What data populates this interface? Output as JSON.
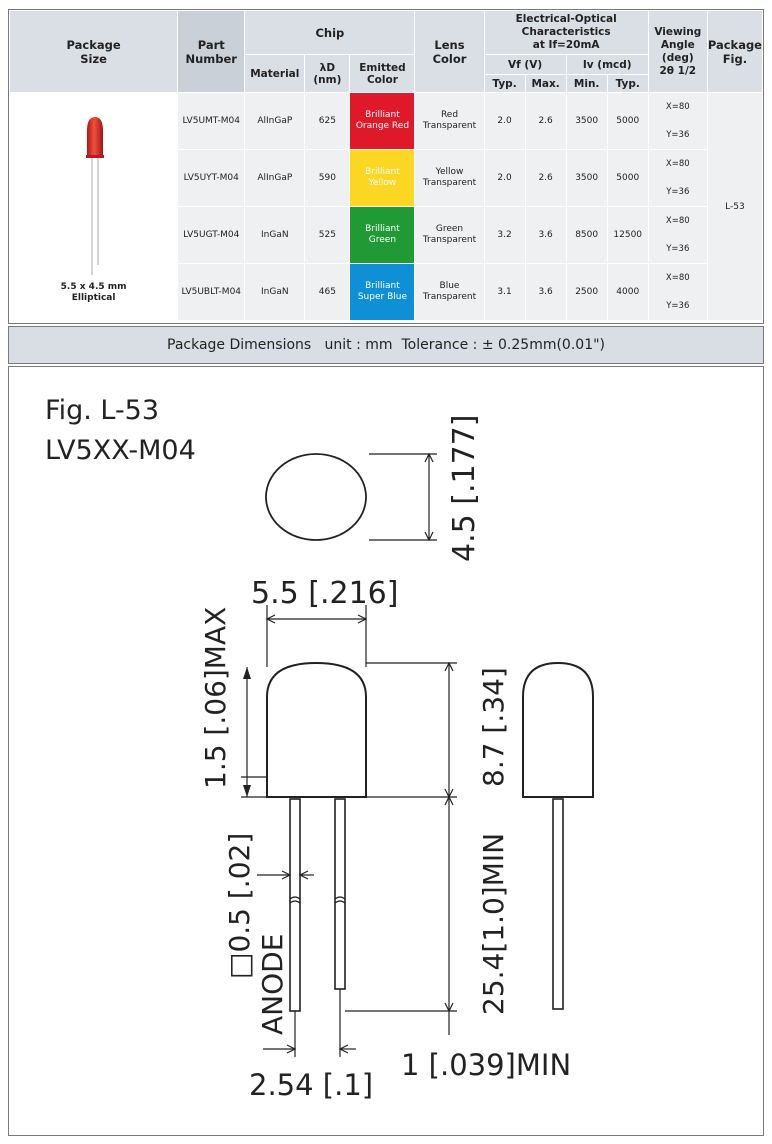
{
  "table": {
    "headers": {
      "package_size": "Package\nSize",
      "part_number": "Part\nNumber",
      "chip": "Chip",
      "material": "Material",
      "lambda_d": "λD\n(nm)",
      "emitted_color": "Emitted\nColor",
      "lens_color": "Lens\nColor",
      "electrical_optical": "Electrical-Optical\nCharacteristics\nat If=20mA",
      "vf": "Vf (V)",
      "iv": "Iv (mcd)",
      "typ": "Typ.",
      "max": "Max.",
      "min": "Min.",
      "typ2": "Typ.",
      "viewing_angle": "Viewing\nAngle\n(deg)\n2θ 1/2",
      "package_fig": "Package\nFig."
    },
    "package_size_text": "5.5 x 4.5 mm\nElliptical",
    "package_fig_value": "L-53",
    "rows": [
      {
        "part": "LV5UMT-M04",
        "material": "AlInGaP",
        "lambda": "625",
        "color_name": "Brilliant\nOrange Red",
        "color_hex": "#e0192a",
        "lens": "Red\nTransparent",
        "vf_typ": "2.0",
        "vf_max": "2.6",
        "iv_min": "3500",
        "iv_typ": "5000",
        "view_x": "X=80",
        "view_y": "Y=36"
      },
      {
        "part": "LV5UYT-M04",
        "material": "AlInGaP",
        "lambda": "590",
        "color_name": "Brilliant\nYellow",
        "color_hex": "#fbd623",
        "lens": "Yellow\nTransparent",
        "vf_typ": "2.0",
        "vf_max": "2.6",
        "iv_min": "3500",
        "iv_typ": "5000",
        "view_x": "X=80",
        "view_y": "Y=36"
      },
      {
        "part": "LV5UGT-M04",
        "material": "InGaN",
        "lambda": "525",
        "color_name": "Brilliant\nGreen",
        "color_hex": "#1f9a35",
        "lens": "Green\nTransparent",
        "vf_typ": "3.2",
        "vf_max": "3.6",
        "iv_min": "8500",
        "iv_typ": "12500",
        "view_x": "X=80",
        "view_y": "Y=36"
      },
      {
        "part": "LV5UBLT-M04",
        "material": "InGaN",
        "lambda": "465",
        "color_name": "Brilliant\nSuper Blue",
        "color_hex": "#0f8fd6",
        "lens": "Blue\nTransparent",
        "vf_typ": "3.1",
        "vf_max": "3.6",
        "iv_min": "2500",
        "iv_typ": "4000",
        "view_x": "X=80",
        "view_y": "Y=36"
      }
    ]
  },
  "dimensions_bar": "Package Dimensions   unit : mm  Tolerance : ± 0.25mm(0.01\")",
  "figure": {
    "title": "Fig. L-53",
    "model": "LV5XX-M04",
    "dim_height_top": "4.5 [.177]",
    "dim_width": "5.5 [.216]",
    "dim_flange": "1.5 [.06]MAX",
    "dim_body": "8.7 [.34]",
    "dim_lead_sq": "□0.5 [.02]",
    "anode_label": "ANODE",
    "dim_lead_len": "25.4[1.0]MIN",
    "dim_pitch": "2.54 [.1]",
    "dim_standoff": "1 [.039]MIN"
  }
}
